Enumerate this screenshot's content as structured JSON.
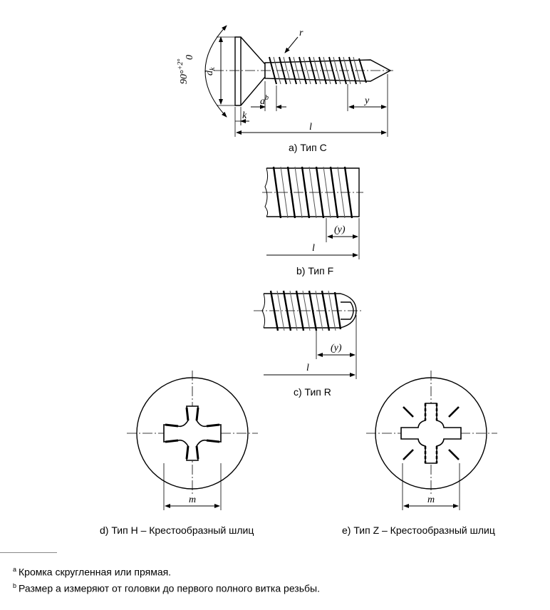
{
  "captions": {
    "c": "a) Тип C",
    "f": "b) Тип F",
    "r": "c) Тип R",
    "h": "d) Тип H – Крестообразный шлиц",
    "z": "e) Тип Z – Крестообразный шлиц"
  },
  "dims": {
    "angle": "90°",
    "angle_tol": "+2°",
    "angle_tol_low": "0",
    "dk": "d",
    "dk_sub": "k",
    "r": "r",
    "a": "a",
    "a_note": "b",
    "k": "k",
    "y": "y",
    "y_paren": "(y)",
    "l": "l",
    "m": "m"
  },
  "footnotes": [
    {
      "mark": "a",
      "text": "Кромка скругленная или прямая."
    },
    {
      "mark": "b",
      "text": "Размер a измеряют от головки до первого полного витка резьбы."
    }
  ]
}
